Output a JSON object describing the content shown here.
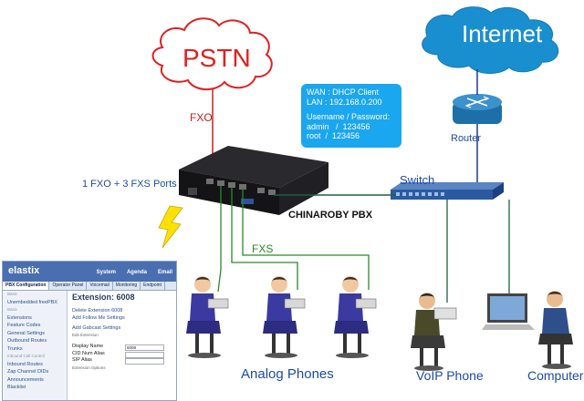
{
  "clouds": {
    "pstn": "PSTN",
    "internet": "Internet"
  },
  "labels": {
    "fxo": "FXO",
    "ports": "1 FXO + 3 FXS Ports",
    "router": "Router",
    "switch": "Switch",
    "pbx": "CHINAROBY PBX",
    "fxs": "FXS",
    "analog_phones": "Analog Phones",
    "voip_phone": "VoIP Phone",
    "computer": "Computer"
  },
  "callout": {
    "line1": "WAN : DHCP Client",
    "line2": "LAN : 192.168.0.200",
    "line3": "Username / Password:",
    "line4": "admin   /  123456",
    "line5": "root  /  123456"
  },
  "elastix": {
    "logo": "elastix",
    "top_tabs": [
      "System",
      "Agenda",
      "Email"
    ],
    "tabs": [
      "PBX Configuration",
      "Operator Panel",
      "Voicemail",
      "Monitoring",
      "Endpoint"
    ],
    "sidebar": [
      {
        "text": "Basic",
        "section": true
      },
      {
        "text": "Unembedded freePBX",
        "section": false
      },
      {
        "text": "Basic",
        "section": true
      },
      {
        "text": "Extensions",
        "section": false
      },
      {
        "text": "Feature Codes",
        "section": false
      },
      {
        "text": "General Settings",
        "section": false
      },
      {
        "text": "Outbound Routes",
        "section": false
      },
      {
        "text": "Trunks",
        "section": false
      },
      {
        "text": "Inbound Call Control",
        "section": true
      },
      {
        "text": "Inbound Routes",
        "section": false
      },
      {
        "text": "Zap Channel DIDs",
        "section": false
      },
      {
        "text": "Announcements",
        "section": false
      },
      {
        "text": "Blacklist",
        "section": false
      }
    ],
    "main": {
      "heading": "Extension: 6008",
      "links": [
        "Delete Extension 6008",
        "Add Follow Me Settings"
      ],
      "link2": "Add Gabcast Settings",
      "sub": "Edit Extension",
      "rows": [
        {
          "label": "Display Name",
          "value": "6008"
        },
        {
          "label": "CID Num Alias",
          "value": ""
        },
        {
          "label": "SIP Alias",
          "value": ""
        }
      ],
      "footer": "Extension Options"
    }
  },
  "colors": {
    "pstn_cloud_stroke": "#e02020",
    "internet_cloud": "#1a8fd0",
    "fxo_line": "#c42020",
    "fxs_line": "#2a8a2a",
    "lan_line": "#1f5f3f",
    "uplink_line": "#1a3a8a",
    "callout": "#1ba6f0",
    "text_blue": "#1e4aa8"
  }
}
